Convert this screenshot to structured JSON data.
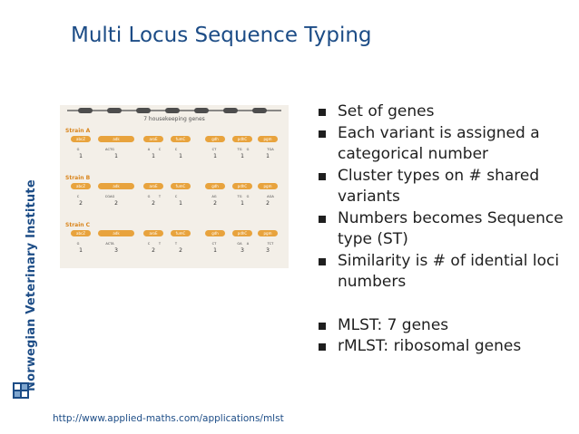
{
  "sidebar": {
    "brand": "Norwegian Veterinary Institute"
  },
  "slide": {
    "title": "Multi Locus Sequence Typing"
  },
  "figure": {
    "header": "7 housekeeping genes",
    "strains": [
      {
        "label": "Strain A",
        "genes": [
          "abcZ",
          "adk",
          "aroE",
          "fumC",
          "gdh",
          "pdhC",
          "pgm"
        ],
        "letters": [
          "G",
          "ACTG",
          "A",
          "C",
          "C",
          "CT",
          "TG",
          "G",
          "TGA"
        ],
        "numbers": [
          "1",
          "1",
          "1",
          "1",
          "1",
          "1",
          "1"
        ]
      },
      {
        "label": "Strain B",
        "genes": [
          "abcZ",
          "adk",
          "aroE",
          "fumC",
          "gdh",
          "pdhC",
          "pgm"
        ],
        "letters": [
          "C",
          "CGAG",
          "G",
          "T",
          "C",
          "AG",
          "TG",
          "G",
          "AGA"
        ],
        "numbers": [
          "2",
          "2",
          "2",
          "1",
          "2",
          "1",
          "2"
        ]
      },
      {
        "label": "Strain C",
        "genes": [
          "abcZ",
          "adk",
          "aroE",
          "fumC",
          "gdh",
          "pdhC",
          "pgm"
        ],
        "letters": [
          "G",
          "ACTA",
          "C",
          "T",
          "T",
          "CT",
          "GA",
          "A",
          "TCT"
        ],
        "numbers": [
          "1",
          "3",
          "2",
          "2",
          "1",
          "3",
          "3"
        ]
      }
    ]
  },
  "bullets": {
    "items": [
      {
        "text": "Set of genes"
      },
      {
        "text": "Each variant is assigned a categorical number"
      },
      {
        "text": "Cluster types on # shared variants"
      },
      {
        "text": "Numbers becomes Sequence type (ST)"
      },
      {
        "text": "Similarity is # of idential loci numbers"
      }
    ],
    "items2": [
      {
        "text": "MLST: 7 genes"
      },
      {
        "text": "rMLST: ribosomal genes"
      }
    ]
  },
  "footer": {
    "link": "http://www.applied-maths.com/applications/mlst"
  },
  "colors": {
    "brand_blue": "#1c4c86",
    "gene_orange": "#e8a33d",
    "strain_label": "#d9851d",
    "figure_bg": "#f3efe8"
  }
}
